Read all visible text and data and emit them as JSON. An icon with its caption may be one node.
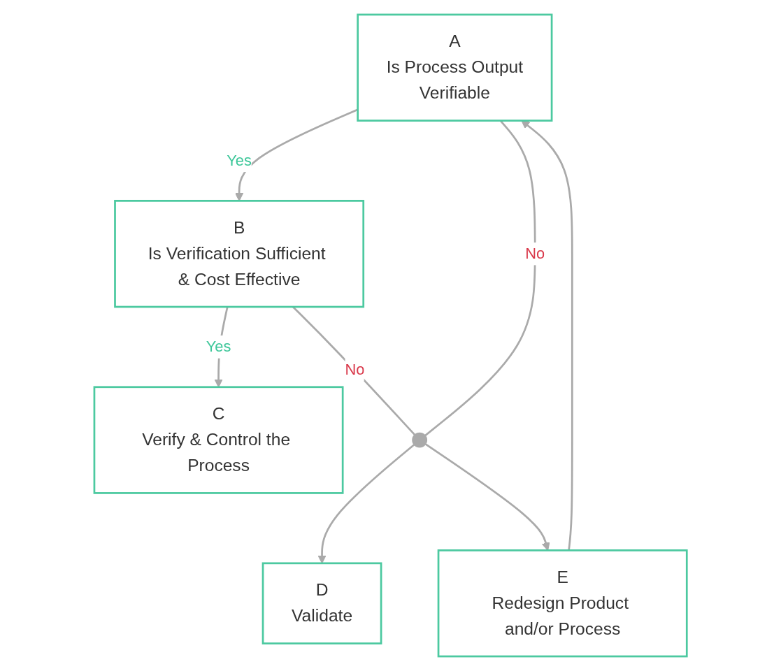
{
  "diagram": {
    "nodes": [
      {
        "text": [
          "A",
          "Is Process Output",
          "Verifiable"
        ]
      },
      {
        "text": [
          "B",
          "Is Verification Sufficient & Cost Effective"
        ]
      },
      {
        "text": [
          "C",
          "Verify & Control the Process"
        ]
      },
      {
        "text": [],
        "shape": "circle"
      },
      {
        "text": [
          "D",
          "Validate"
        ]
      },
      {
        "text": [
          "E",
          "Redesign Product and/or Process"
        ]
      }
    ],
    "edges": [
      {
        "from": 0,
        "to": 1,
        "arrow": "to",
        "label": "Yes"
      },
      {
        "from": 1,
        "to": 2,
        "arrow": "to",
        "label": "Yes"
      },
      {
        "from": 0,
        "to": 3,
        "arrow": "none",
        "label": "No"
      },
      {
        "from": 1,
        "to": 3,
        "arrow": "none",
        "label": "No"
      },
      {
        "from": 3,
        "to": 4,
        "arrow": "to"
      },
      {
        "from": 3,
        "to": 5,
        "arrow": "to"
      },
      {
        "from": 5,
        "to": 0,
        "arrow": "to"
      }
    ]
  }
}
